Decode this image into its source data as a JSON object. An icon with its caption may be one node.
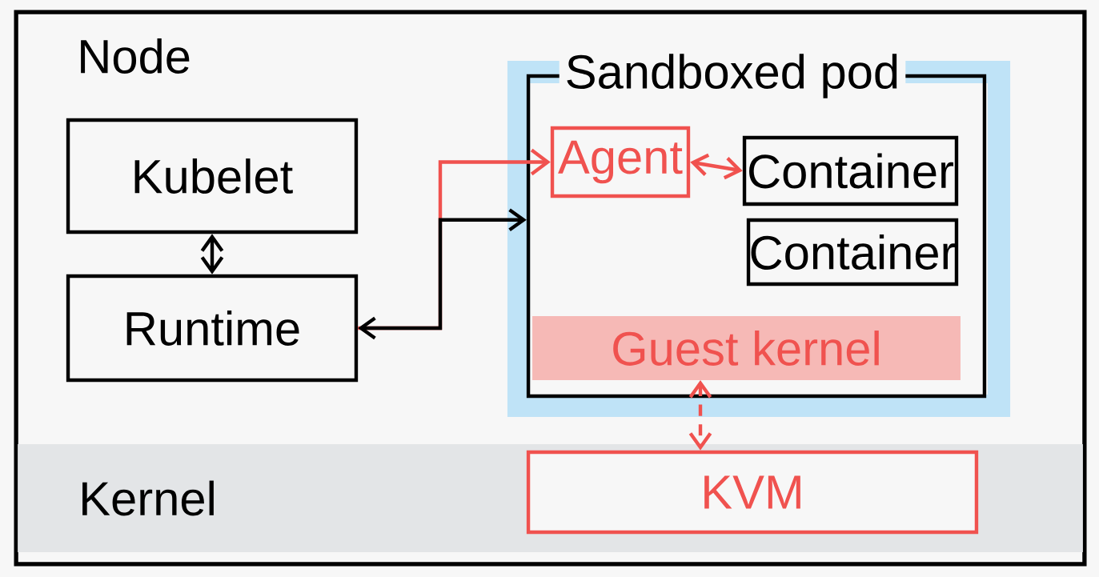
{
  "diagram": {
    "nodes": [
      {
        "text": [
          "Node"
        ]
      },
      {
        "text": [
          "Kubelet"
        ],
        "in": 0
      },
      {
        "text": [
          "Runtime"
        ],
        "in": 0
      },
      {
        "text": [
          "Sandboxed pod"
        ],
        "in": 0
      },
      {
        "text": [
          "Agent"
        ],
        "in": 3
      },
      {
        "text": [
          "Container"
        ],
        "in": 3
      },
      {
        "text": [
          "Container"
        ],
        "in": 3
      },
      {
        "text": [
          "Guest kernel"
        ],
        "in": 3
      },
      {
        "text": [
          "Kernel"
        ],
        "in": 0
      },
      {
        "text": [
          "KVM"
        ],
        "in": 8
      }
    ],
    "edges": [
      {
        "from": 1,
        "to": 2,
        "arrow": "both",
        "color": "#000000"
      },
      {
        "from": 2,
        "to": 4,
        "arrow": "to",
        "color": "#f0524f"
      },
      {
        "from": 2,
        "to": 3,
        "arrow": "both",
        "color": "#000000"
      },
      {
        "from": 4,
        "to": 5,
        "arrow": "both",
        "color": "#f0524f"
      },
      {
        "from": 7,
        "to": 9,
        "arrow": "both",
        "style": "dashed",
        "color": "#f0524f"
      }
    ]
  }
}
